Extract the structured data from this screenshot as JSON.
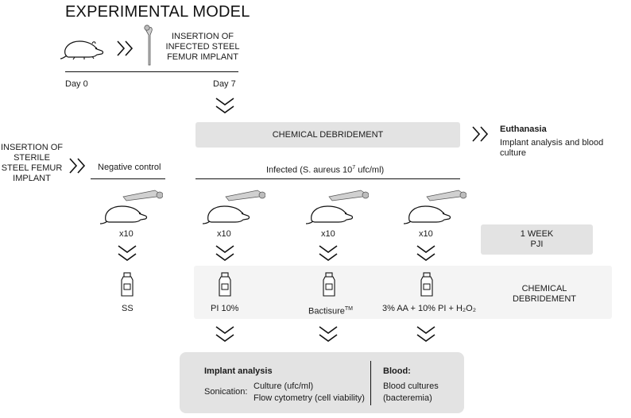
{
  "title": "EXPERIMENTAL MODEL",
  "timeline": {
    "insertion_infected": [
      "INSERTION OF",
      "INFECTED STEEL",
      "FEMUR IMPLANT"
    ],
    "day0": "Day 0",
    "day7": "Day 7"
  },
  "chemical_box": "CHEMICAL DEBRIDEMENT",
  "euthanasia": {
    "title": "Euthanasia",
    "detail": "Implant analysis and blood culture"
  },
  "insertion_sterile": [
    "INSERTION OF",
    "STERILE",
    "STEEL FEMUR",
    "IMPLANT"
  ],
  "groups_header": {
    "negative": "Negative control",
    "infected_prefix": "Infected (S. aureus 10",
    "infected_exp": "7",
    "infected_suffix": " ufc/ml)"
  },
  "counts": [
    "x10",
    "x10",
    "x10",
    "x10"
  ],
  "pji_box": [
    "1 WEEK",
    "PJI"
  ],
  "treatments": {
    "ss": "SS",
    "pi": "PI 10%",
    "bactisure": "Bactisure",
    "bactisure_tm": "TM",
    "mix": "3% AA + 10% PI + H₂O₂"
  },
  "chemical_side": [
    "CHEMICAL",
    "DEBRIDEMENT"
  ],
  "results": {
    "implant_title": "Implant analysis",
    "sonication": "Sonication:",
    "culture": "Culture (ufc/ml)",
    "flow": "Flow cytometry (cell viability)",
    "blood_title": "Blood:",
    "blood_cultures": "Blood cultures",
    "bacteremia": "(bacteremia)"
  }
}
